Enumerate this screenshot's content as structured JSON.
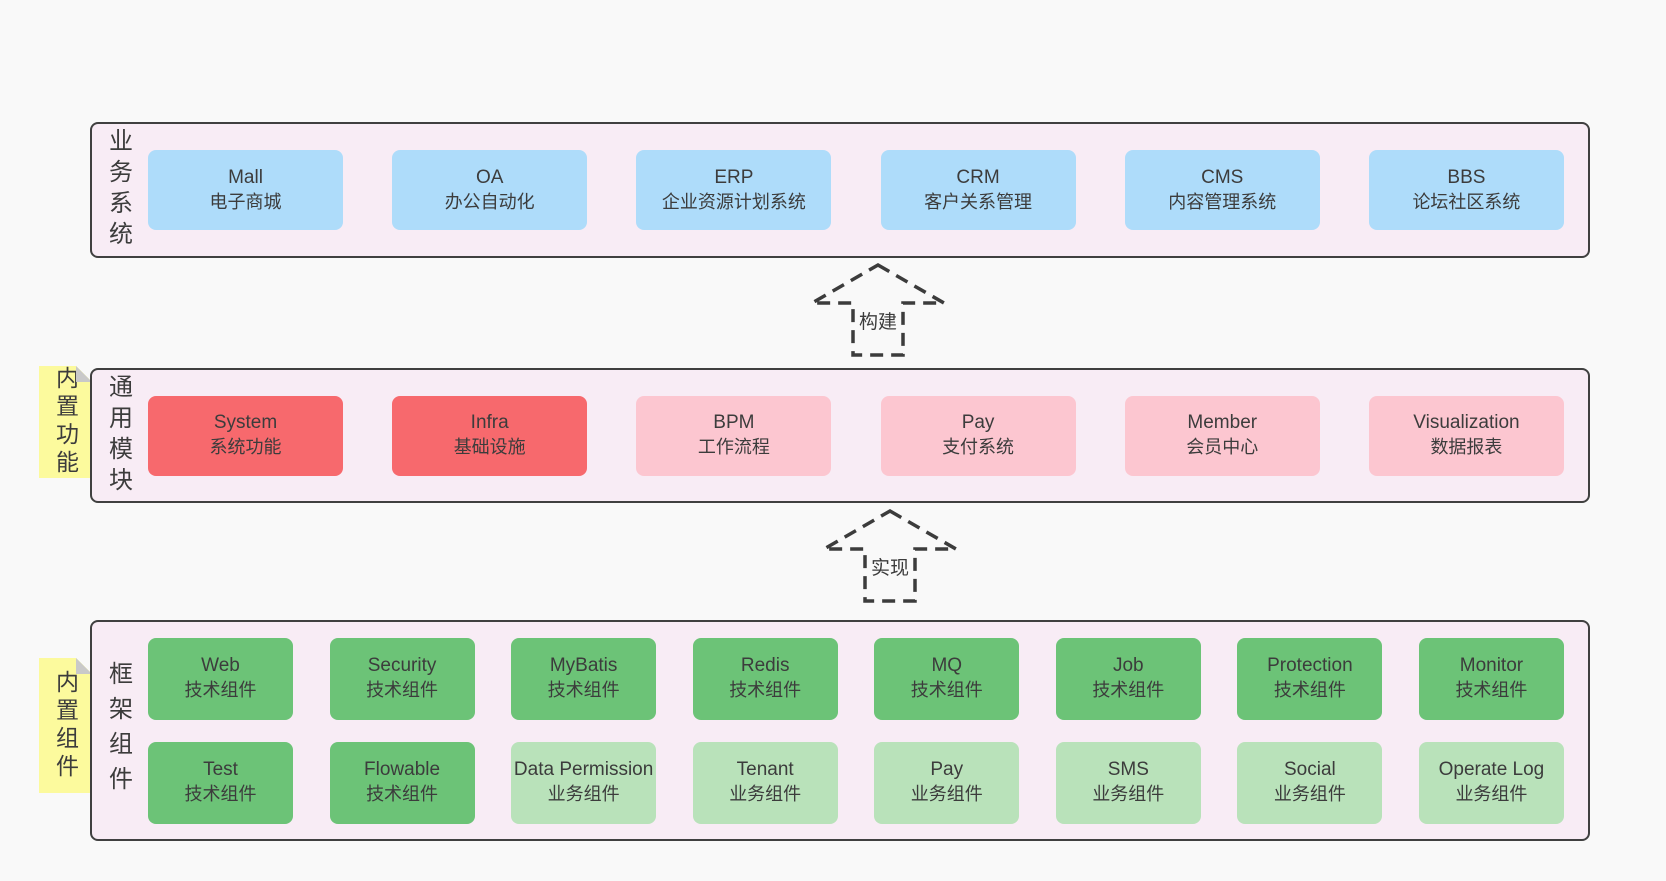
{
  "colors": {
    "page_background": "#f9f9f9",
    "container_background": "#f8ecf5",
    "container_border": "#404040",
    "box_blue": "#aedcfa",
    "box_red": "#f7696d",
    "box_pink": "#fcc6d0",
    "box_green": "#6cc377",
    "box_lightgreen": "#b9e2ba",
    "note_yellow": "#fcfa9d",
    "note_fold_gray": "#c9c9c9",
    "text": "#3c3c3c"
  },
  "layers": [
    {
      "label": "业务系统",
      "boxes": [
        {
          "en": "Mall",
          "zh": "电子商城"
        },
        {
          "en": "OA",
          "zh": "办公自动化"
        },
        {
          "en": "ERP",
          "zh": "企业资源计划系统"
        },
        {
          "en": "CRM",
          "zh": "客户关系管理"
        },
        {
          "en": "CMS",
          "zh": "内容管理系统"
        },
        {
          "en": "BBS",
          "zh": "论坛社区系统"
        }
      ]
    },
    {
      "label": "通用模块",
      "note": "内置功能",
      "boxes": [
        {
          "en": "System",
          "zh": "系统功能"
        },
        {
          "en": "Infra",
          "zh": "基础设施"
        },
        {
          "en": "BPM",
          "zh": "工作流程"
        },
        {
          "en": "Pay",
          "zh": "支付系统"
        },
        {
          "en": "Member",
          "zh": "会员中心"
        },
        {
          "en": "Visualization",
          "zh": "数据报表"
        }
      ]
    },
    {
      "label": "框架组件",
      "note": "内置组件",
      "boxes": [
        {
          "en": "Web",
          "zh": "技术组件"
        },
        {
          "en": "Security",
          "zh": "技术组件"
        },
        {
          "en": "MyBatis",
          "zh": "技术组件"
        },
        {
          "en": "Redis",
          "zh": "技术组件"
        },
        {
          "en": "MQ",
          "zh": "技术组件"
        },
        {
          "en": "Job",
          "zh": "技术组件"
        },
        {
          "en": "Protection",
          "zh": "技术组件"
        },
        {
          "en": "Monitor",
          "zh": "技术组件"
        },
        {
          "en": "Test",
          "zh": "技术组件"
        },
        {
          "en": "Flowable",
          "zh": "技术组件"
        },
        {
          "en": "Data Permission",
          "zh": "业务组件"
        },
        {
          "en": "Tenant",
          "zh": "业务组件"
        },
        {
          "en": "Pay",
          "zh": "业务组件"
        },
        {
          "en": "SMS",
          "zh": "业务组件"
        },
        {
          "en": "Social",
          "zh": "业务组件"
        },
        {
          "en": "Operate Log",
          "zh": "业务组件"
        }
      ]
    }
  ],
  "arrows": [
    {
      "label": "构建"
    },
    {
      "label": "实现"
    }
  ]
}
